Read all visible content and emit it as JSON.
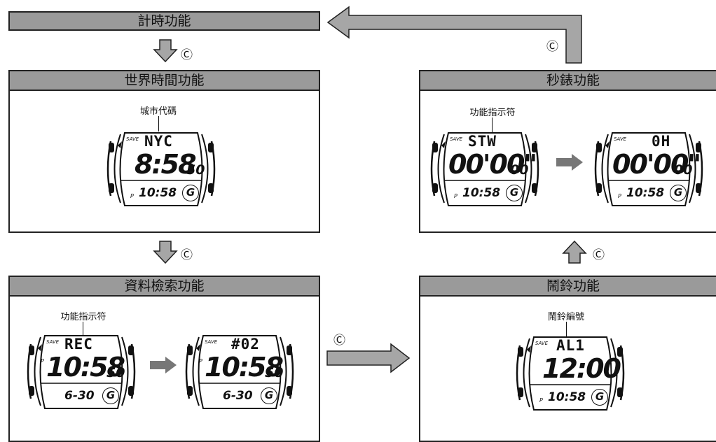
{
  "modes": {
    "timekeeping": {
      "title": "計時功能"
    },
    "world_time": {
      "title": "世界時間功能",
      "callout": "城市代碼",
      "watch": {
        "save": "SAVE",
        "top": "NYC",
        "main": "8:58",
        "sec": "50",
        "p": "P",
        "bottom": "10:58",
        "g": "G"
      }
    },
    "data_recall": {
      "title": "資料檢索功能",
      "callout": "功能指示符",
      "watch1": {
        "save": "SAVE",
        "top": "REC",
        "main": "10:58",
        "sec": "50",
        "p": "P",
        "bottom": "6-30",
        "g": "G"
      },
      "watch2": {
        "save": "SAVE",
        "top": "#02",
        "main": "10:58",
        "sec": "50",
        "p": "P",
        "bottom": "6-30",
        "g": "G"
      }
    },
    "alarm": {
      "title": "鬧鈴功能",
      "callout": "鬧鈴編號",
      "watch": {
        "save": "SAVE",
        "top": "AL1",
        "main": "12:00",
        "sec": "",
        "p": "P",
        "bottom": "10:58",
        "g": "G"
      }
    },
    "stopwatch": {
      "title": "秒錶功能",
      "callout": "功能指示符",
      "watch1": {
        "save": "SAVE",
        "top": "STW",
        "main": "00'00\"",
        "sec": "00",
        "p": "P",
        "bottom": "10:58",
        "g": "G"
      },
      "watch2": {
        "save": "SAVE",
        "top": "0H",
        "main": "00'00\"",
        "sec": "00",
        "p": "P",
        "bottom": "10:58",
        "g": "G"
      }
    }
  },
  "button_symbol": "Ⓒ"
}
